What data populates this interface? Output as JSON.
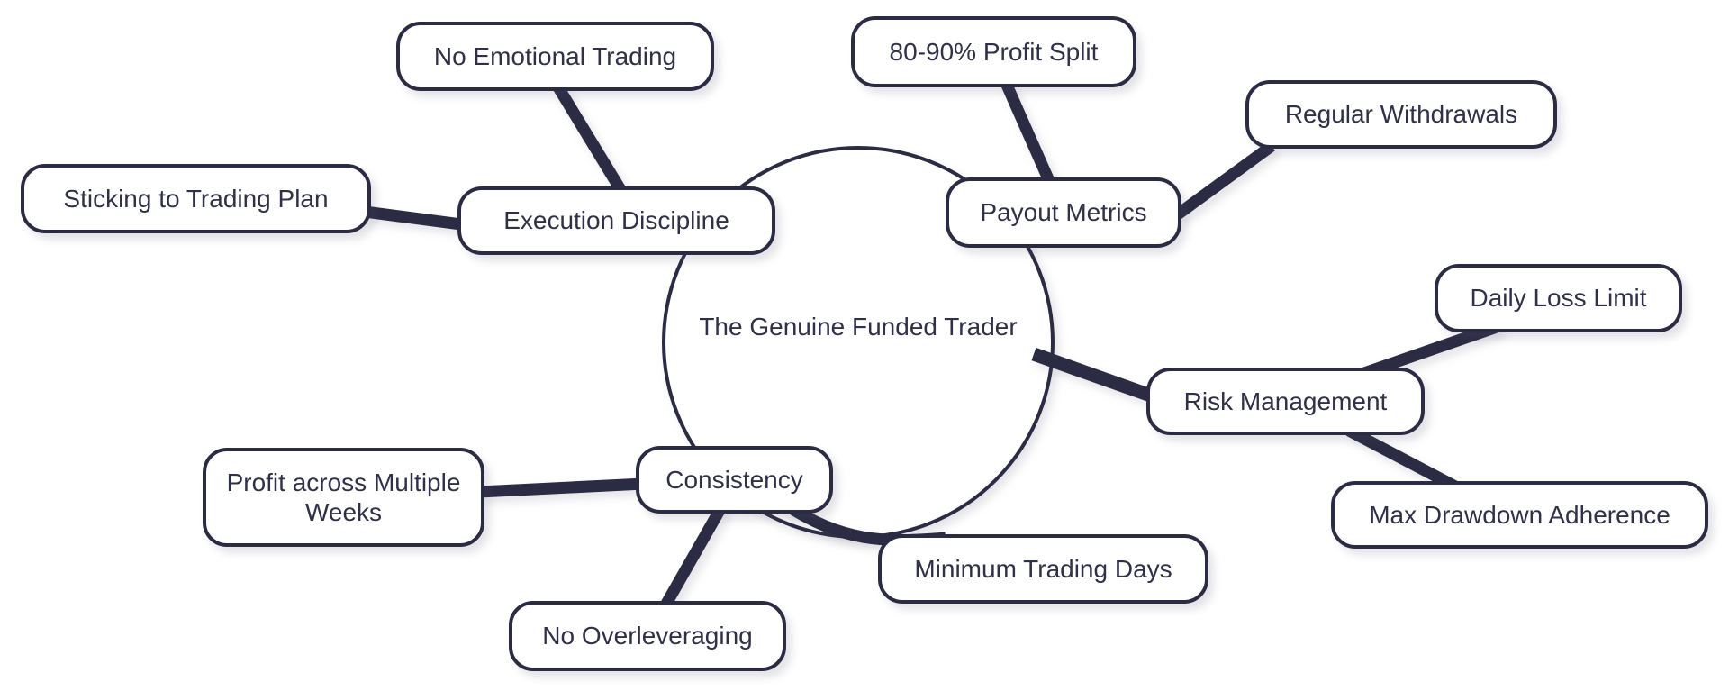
{
  "diagram": {
    "type": "mindmap",
    "colors": {
      "ink": "#2b2b44",
      "text": "#303049",
      "node_fill": "#ffffff",
      "background": "#ffffff"
    },
    "structure": {
      "root": "The Genuine Funded Trader",
      "branches": [
        {
          "label": "Execution Discipline",
          "children": [
            "No Emotional Trading",
            "Sticking to Trading Plan"
          ]
        },
        {
          "label": "Payout Metrics",
          "children": [
            "80-90% Profit Split",
            "Regular Withdrawals"
          ]
        },
        {
          "label": "Risk Management",
          "children": [
            "Daily Loss Limit",
            "Max Drawdown Adherence"
          ]
        },
        {
          "label": "Consistency",
          "children": [
            "Profit across Multiple Weeks",
            "No Overleveraging",
            "Minimum Trading Days"
          ]
        }
      ]
    }
  },
  "labels": {
    "center": "The Genuine Funded Trader",
    "execution_discipline": "Execution Discipline",
    "payout_metrics": "Payout Metrics",
    "risk_management": "Risk Management",
    "consistency": "Consistency",
    "no_emotional_trading": "No Emotional Trading",
    "sticking_to_plan": "Sticking to Trading Plan",
    "profit_split": "80-90% Profit Split",
    "regular_withdrawals": "Regular Withdrawals",
    "daily_loss_limit": "Daily Loss Limit",
    "max_drawdown": "Max Drawdown Adherence",
    "profit_weeks": "Profit across Multiple Weeks",
    "no_overleveraging": "No Overleveraging",
    "min_trading_days": "Minimum Trading Days"
  }
}
